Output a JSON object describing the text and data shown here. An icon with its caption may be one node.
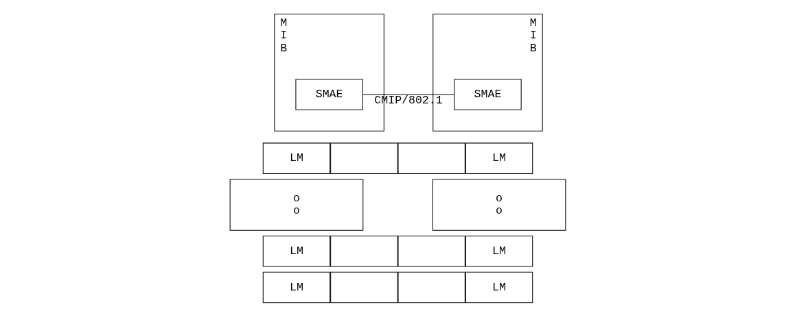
{
  "diagram": {
    "nodes": [
      {
        "text": [
          "MIB"
        ]
      },
      {
        "text": [
          "SMAE"
        ],
        "in": 0
      },
      {
        "text": [
          "MIB"
        ]
      },
      {
        "text": [
          "SMAE"
        ],
        "in": 2
      },
      {
        "text": [
          "LM"
        ]
      },
      {
        "text": [],
        "shape": "box"
      },
      {
        "text": [
          "o o"
        ]
      },
      {
        "text": [
          "LM"
        ]
      },
      {
        "text": [],
        "shape": "box"
      },
      {
        "text": [
          "LM"
        ]
      },
      {
        "text": [],
        "shape": "box"
      },
      {
        "text": [],
        "shape": "box"
      },
      {
        "text": [
          "LM"
        ]
      },
      {
        "text": [
          "o o"
        ]
      },
      {
        "text": [],
        "shape": "box"
      },
      {
        "text": [
          "LM"
        ]
      },
      {
        "text": [],
        "shape": "box"
      },
      {
        "text": [
          "LM"
        ]
      }
    ],
    "edges": [
      {
        "from": 1,
        "to": 3,
        "arrow": "none",
        "label": "CMIP/802.1"
      }
    ]
  }
}
